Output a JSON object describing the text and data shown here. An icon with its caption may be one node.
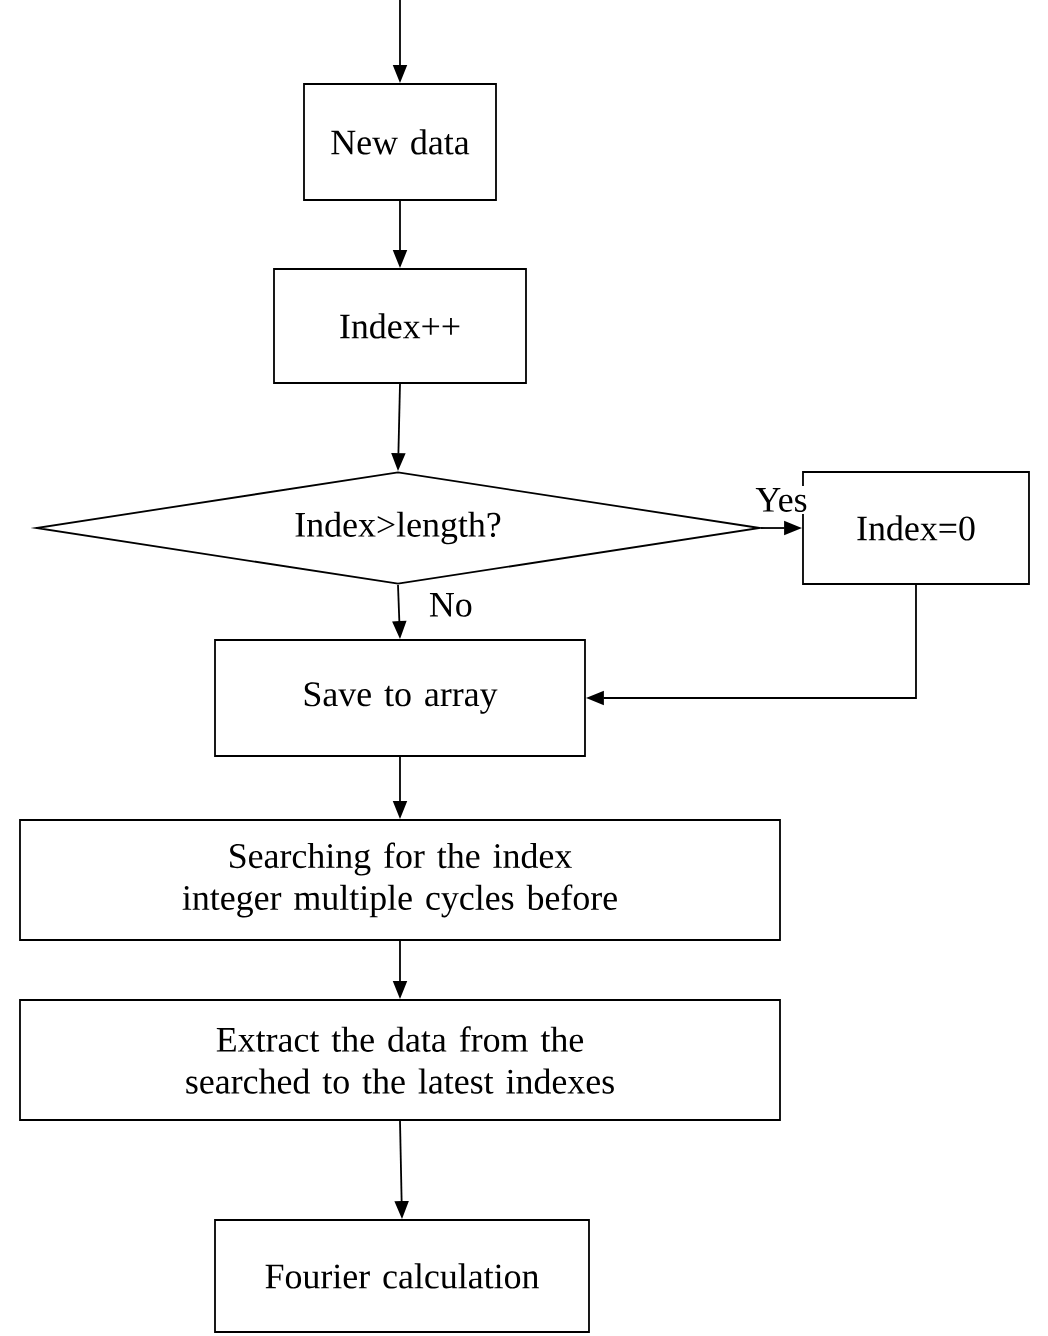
{
  "diagram": {
    "nodes": [
      {
        "text": [
          "New data"
        ]
      },
      {
        "text": [
          "Index++"
        ]
      },
      {
        "text": [
          "Index>length?"
        ]
      },
      {
        "text": [
          "Index=0"
        ]
      },
      {
        "text": [
          "Save to array"
        ]
      },
      {
        "text": [
          "Searching for the index integer multiple cycles before"
        ]
      },
      {
        "text": [
          "Extract the data from the searched to the latest indexes"
        ]
      },
      {
        "text": [
          "Fourier calculation"
        ]
      }
    ],
    "edges": [
      {
        "from": null,
        "to": 0,
        "arrow": "to"
      },
      {
        "from": 0,
        "to": 1,
        "arrow": "to"
      },
      {
        "from": 1,
        "to": 2,
        "arrow": "to"
      },
      {
        "from": 2,
        "to": 3,
        "arrow": "to",
        "label": "Yes"
      },
      {
        "from": 2,
        "to": 4,
        "arrow": "to",
        "label": "No"
      },
      {
        "from": 3,
        "to": 4,
        "arrow": "to"
      },
      {
        "from": 4,
        "to": 5,
        "arrow": "to"
      },
      {
        "from": 5,
        "to": 6,
        "arrow": "to"
      },
      {
        "from": 6,
        "to": 7,
        "arrow": "to"
      }
    ]
  }
}
